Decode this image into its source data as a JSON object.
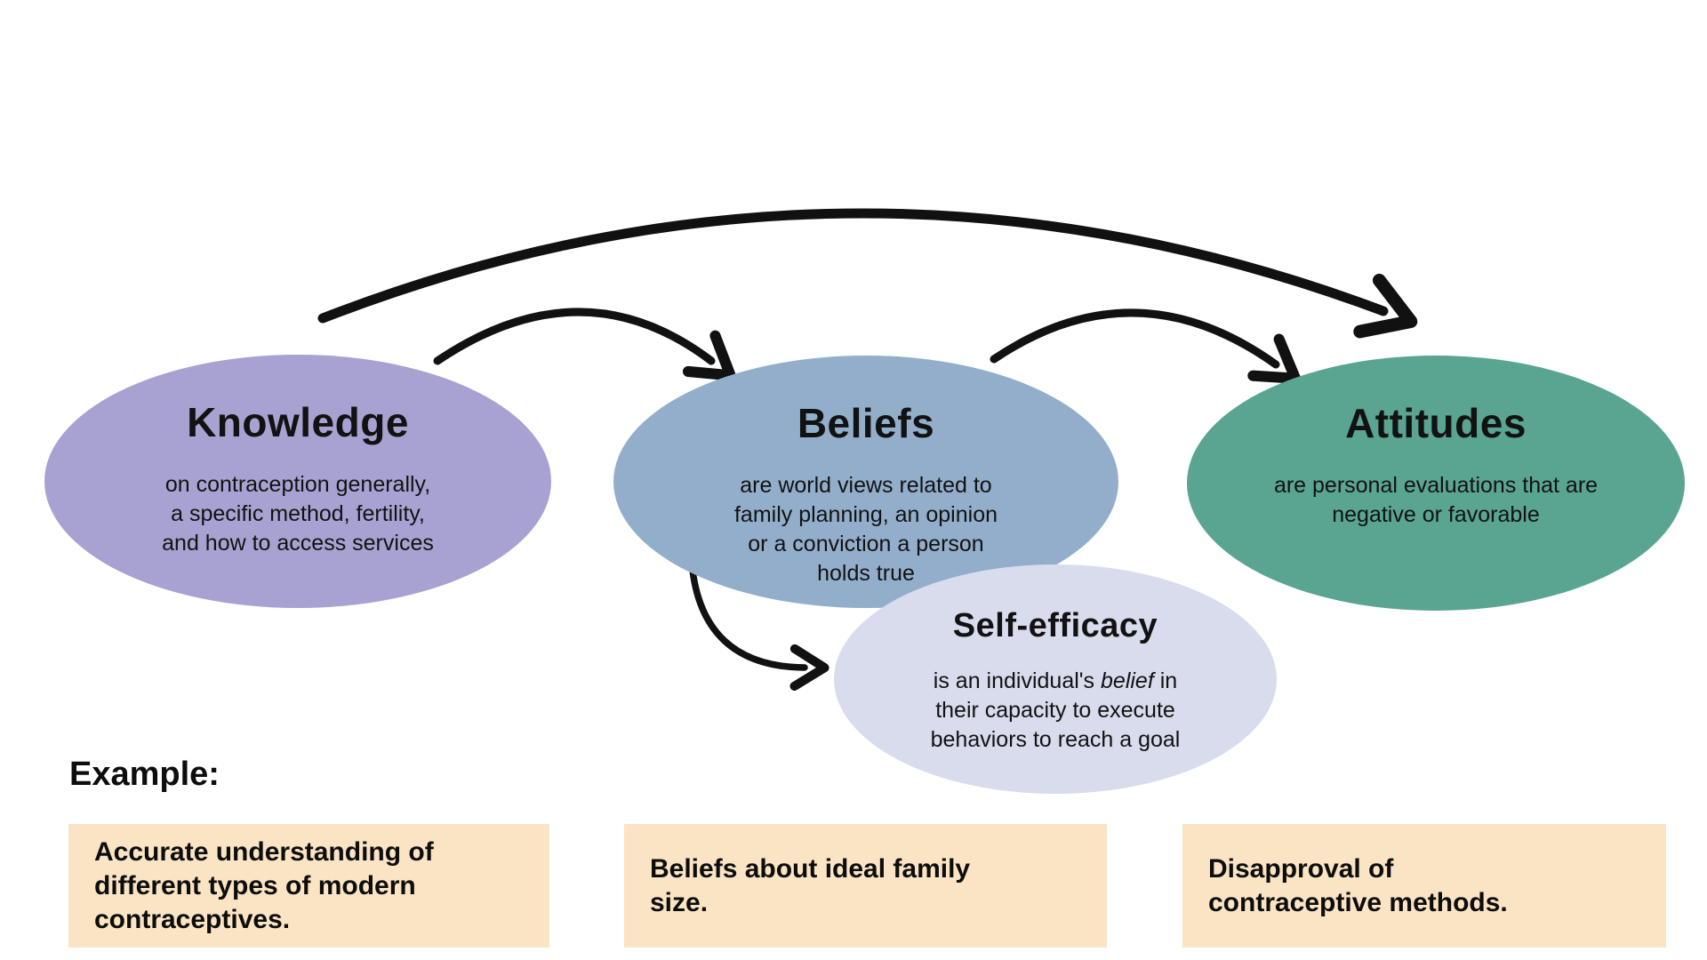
{
  "diagram": {
    "nodes": {
      "knowledge": {
        "title": "Knowledge",
        "body": "on contraception generally,\na specific method, fertility,\nand how to access services",
        "color": "#a7a2d1"
      },
      "beliefs": {
        "title": "Beliefs",
        "body": "are world views related to\nfamily planning, an opinion\nor a conviction a person\nholds true",
        "color": "#93aecb"
      },
      "attitudes": {
        "title": "Attitudes",
        "body": "are personal evaluations that are\nnegative or favorable",
        "color": "#5aa492"
      },
      "self_efficacy": {
        "title": "Self-efficacy",
        "body_prefix": "is an individual's ",
        "body_italic": "belief",
        "body_suffix": " in\ntheir capacity to execute\nbehaviors to reach a goal",
        "color": "#d8dcec"
      }
    },
    "arrows": [
      {
        "from": "knowledge",
        "to": "attitudes"
      },
      {
        "from": "knowledge",
        "to": "beliefs"
      },
      {
        "from": "beliefs",
        "to": "attitudes"
      },
      {
        "from": "beliefs",
        "to": "self_efficacy"
      }
    ],
    "arrow_color": "#111111",
    "examples": {
      "label": "Example:",
      "box_color": "#fae4c3",
      "items": [
        {
          "text": "Accurate understanding of\ndifferent types of modern\ncontraceptives."
        },
        {
          "text": "Beliefs about ideal family\nsize."
        },
        {
          "text": "Disapproval of\ncontraceptive methods."
        }
      ]
    }
  }
}
